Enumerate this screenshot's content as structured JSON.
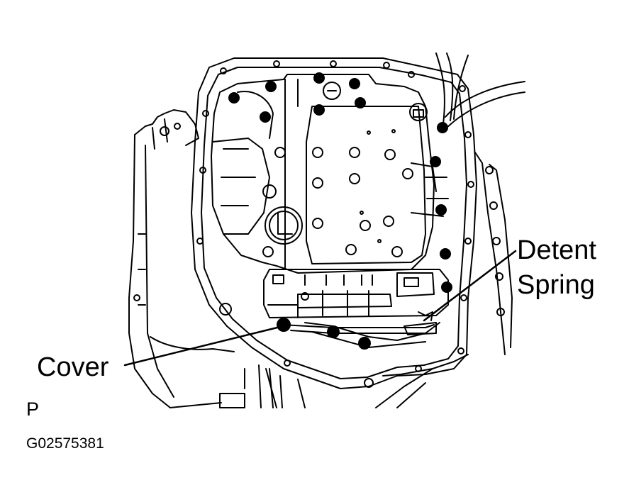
{
  "diagram": {
    "callouts": {
      "detent_line1": "Detent",
      "detent_line2": "Spring",
      "cover": "Cover"
    },
    "position_marker": "P",
    "figure_code": "G02575381",
    "colors": {
      "ink": "#000000",
      "paper": "#ffffff"
    }
  }
}
